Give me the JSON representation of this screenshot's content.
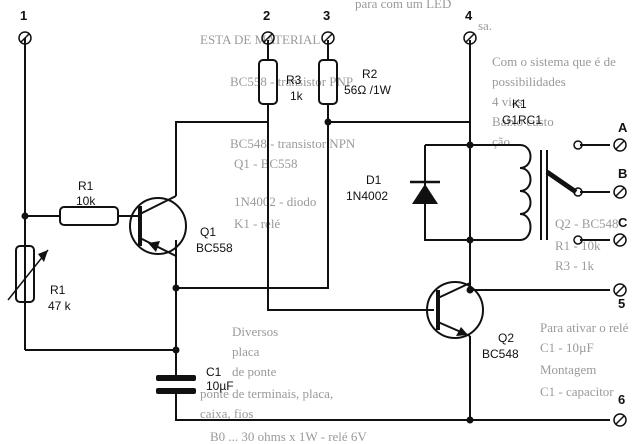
{
  "background_text": [
    "para com um LED",
    "sa.",
    "Com o sistema que é de",
    "possibilidades",
    "4 vias",
    "Baixo custo",
    "ção",
    "ESTA DE MATERIAL",
    "BC558 - transistor PNP",
    "BC548 - transistor NPN",
    "1N4002 - diodo",
    "Q1 - BC558",
    "K1 - relé",
    "Q2 - BC548",
    "R1 - 10k",
    "R3 - 1k",
    "Para ativar o relé",
    "C1 - 10µF",
    "Montagem",
    "C1 - capacitor",
    "Diversos",
    "placa",
    "de ponte",
    "ponte de terminais, placa,",
    "caixa, fios",
    "B0 ... 30 ohms x 1W - relé 6V"
  ],
  "terminals": [
    "1",
    "2",
    "3",
    "4",
    "A",
    "B",
    "C",
    "5",
    "6"
  ],
  "components": {
    "r3": {
      "name": "R3",
      "value": "1k"
    },
    "r2": {
      "name": "R2",
      "value": "56Ω /1W"
    },
    "k1": {
      "name": "K1",
      "value": "G1RC1"
    },
    "d1": {
      "name": "D1",
      "value": "1N4002"
    },
    "r1": {
      "name": "R1",
      "value": "10k"
    },
    "q1": {
      "name": "Q1",
      "value": "BC558"
    },
    "rv1": {
      "name": "R1",
      "value": "47 k"
    },
    "c1": {
      "name": "C1",
      "value": "10µF"
    },
    "q2": {
      "name": "Q2",
      "value": "BC548"
    }
  },
  "colors": {
    "ink": "#111111",
    "faded_text": "#9a9a9a",
    "paper": "#ffffff"
  }
}
